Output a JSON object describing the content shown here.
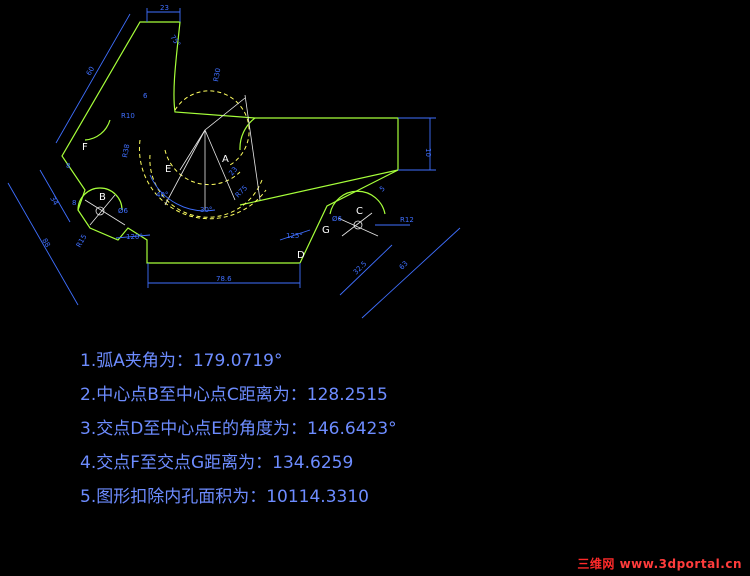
{
  "drawing": {
    "points": {
      "a": "A",
      "b": "B",
      "c": "C",
      "d": "D",
      "e": "E",
      "f": "F",
      "g": "G"
    },
    "dimensions": {
      "top_width": "23",
      "top_angle": "75°",
      "left_slant": "60",
      "r30": "R30",
      "r38": "R38",
      "d6_top": "6",
      "r10": "R10",
      "r75": "R75",
      "r_small": "23",
      "ang40": "40°",
      "ang30": "30°",
      "left_a": "8",
      "left_b": "34",
      "left_c": "8",
      "left_long": "88",
      "r15": "R15",
      "hole_b": "Ø6",
      "hole_c": "Ø6",
      "ang120": "120°",
      "ang125": "125°",
      "bottom": "78.6",
      "right_h": "10",
      "r12": "R12",
      "c5": "5",
      "d32": "32.5",
      "d63": "63"
    }
  },
  "results": [
    "1.弧A夹角为：179.0719°",
    "2.中心点B至中心点C距离为：128.2515",
    "3.交点D至中心点E的角度为：146.6423°",
    "4.交点F至交点G距离为：134.6259",
    "5.图形扣除内孔面积为：10114.3310"
  ],
  "watermark": {
    "cn": "三维网",
    "url": "www.3dportal.cn"
  }
}
